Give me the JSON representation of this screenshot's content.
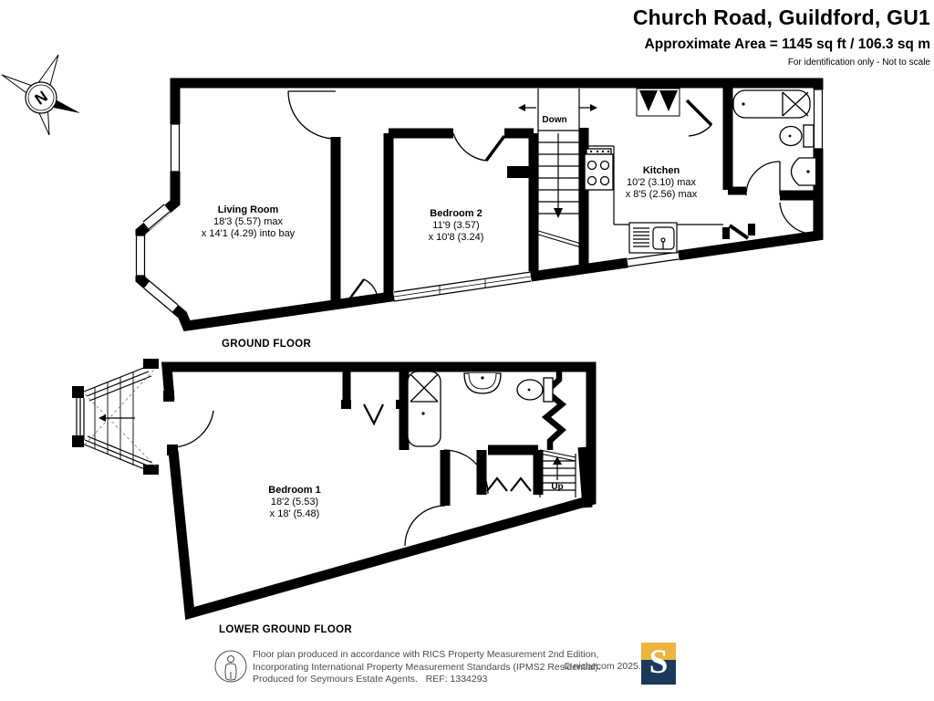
{
  "header": {
    "title": "Church Road, Guildford, GU1",
    "area_line": "Approximate Area = 1145 sq ft / 106.3 sq m",
    "disclaimer": "For identification only - Not to scale"
  },
  "compass": {
    "north_label": "N"
  },
  "ground_floor": {
    "label": "GROUND FLOOR",
    "stairs_label": "Down",
    "rooms": {
      "living_room": {
        "name": "Living Room",
        "dim1": "18'3 (5.57) max",
        "dim2": "x 14'1 (4.29) into bay"
      },
      "bedroom_2": {
        "name": "Bedroom 2",
        "dim1": "11'9 (3.57)",
        "dim2": "x 10'8 (3.24)"
      },
      "kitchen": {
        "name": "Kitchen",
        "dim1": "10'2 (3.10) max",
        "dim2": "x 8'5 (2.56) max"
      }
    }
  },
  "lower_ground_floor": {
    "label": "LOWER GROUND FLOOR",
    "stairs_label": "Up",
    "rooms": {
      "bedroom_1": {
        "name": "Bedroom 1",
        "dim1": "18'2 (5.53)",
        "dim2": "x 18' (5.48)"
      }
    }
  },
  "footer": {
    "line1": "Floor plan produced in accordance with RICS Property Measurement 2nd Edition,",
    "line2": "Incorporating International Property Measurement Standards (IPMS2 Residential).",
    "line3": "Produced for Seymours Estate Agents.   REF: 1334293",
    "copyright": "© nichecom 2025.",
    "logo_letter": "S"
  },
  "colors": {
    "wall": "#000000",
    "footer_text": "#4a4a4a",
    "logo_top": "#EBB540",
    "logo_bottom": "#1B3A5B"
  }
}
